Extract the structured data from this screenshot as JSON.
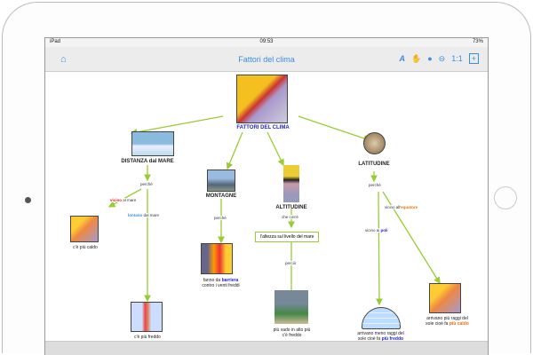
{
  "status": {
    "device": "iPad",
    "time": "09:53",
    "battery": "73%"
  },
  "nav": {
    "title": "Fattori del clima",
    "zoom_label": "1:1"
  },
  "map": {
    "root": "FATTORI DEL CLIMA",
    "distanza": {
      "label": "DISTANZA dal MARE",
      "link": "perché",
      "vicino_hl": "vicino",
      "vicino_rest": " al mare",
      "lontano_hl": "lontano",
      "lontano_rest": " dal mare",
      "caldo": "c'è più caldo",
      "freddo": "c'è più freddo"
    },
    "montagne": {
      "label": "MONTAGNE",
      "link": "perché",
      "text1": "fanno da ",
      "text_hl": "barriera",
      "text2": "contro i venti freddi"
    },
    "altitudine": {
      "label": "ALTITUDINE",
      "link": "che cos'è",
      "box": "l'altezza sul livello del mare",
      "link2": "perciò",
      "text1": "più vado in alto più",
      "text2": "c'è freddo"
    },
    "latitudine": {
      "label": "LATITUDINE",
      "link": "perché",
      "poli_rest": "vicino ai ",
      "poli_hl": "poli",
      "eq_rest": "vicino all'",
      "eq_hl": "equatore",
      "meno1": "arrivano meno raggi del",
      "meno2": "sole cioè fa ",
      "meno_hl": "più freddo",
      "piu1": "arrivano più raggi del",
      "piu2": "sole cioè fa ",
      "piu_hl": "più caldo"
    }
  },
  "colors": {
    "edge": "#99cc33",
    "accent": "#3a8ee6"
  }
}
